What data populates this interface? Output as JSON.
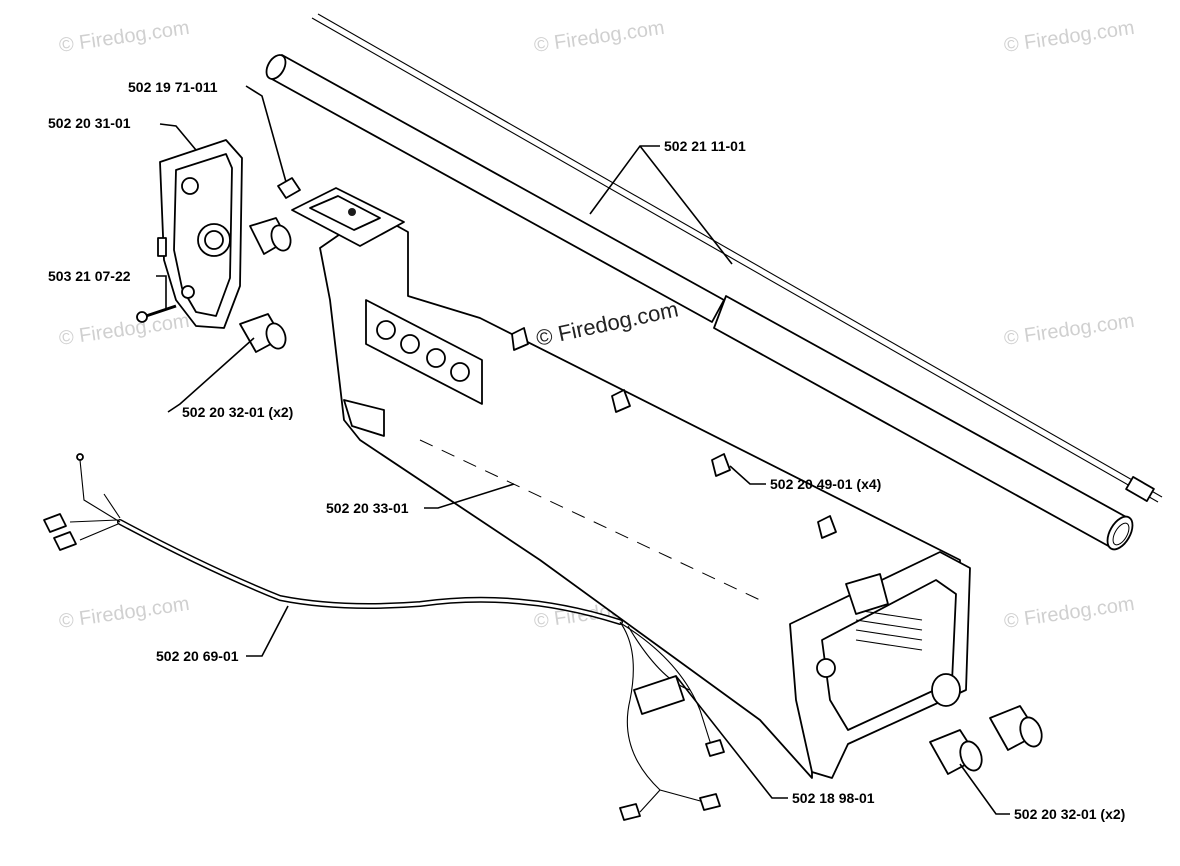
{
  "watermark": "© Firedog.com",
  "watermark_center": "© Firedog.com",
  "labels": {
    "clamp_nut": "502 19 71-011",
    "end_cap_left": "502 20 31-01",
    "tube": "502 21 11-01",
    "screw": "503 21 07-22",
    "feet_left": "502 20 32-01 (x2)",
    "clip": "502 20 49-01 (x4)",
    "housing": "502 20 33-01",
    "cable": "502 20 69-01",
    "harness": "502 18 98-01",
    "feet_right": "502 20 32-01 (x2)"
  }
}
